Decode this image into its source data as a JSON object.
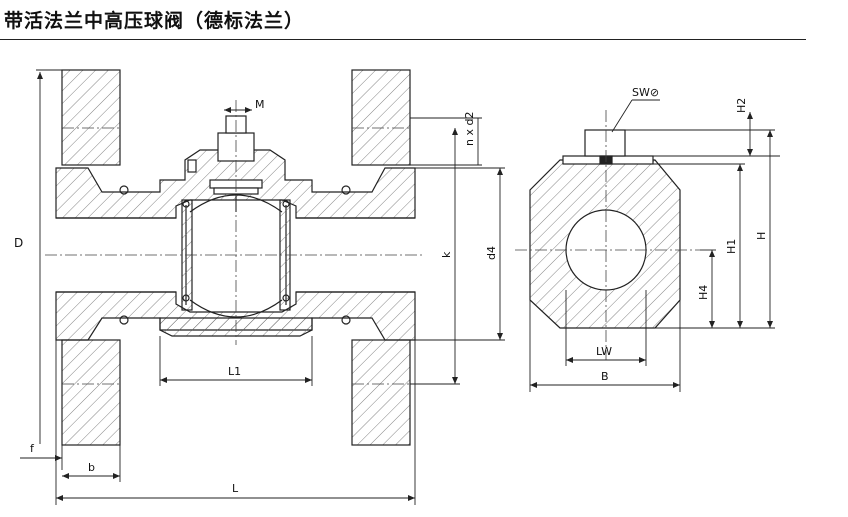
{
  "title": "带活法兰中高压球阀（德标法兰）",
  "dimensions": {
    "D": "D",
    "M": "M",
    "n_x_d2": "n x d2",
    "k": "k",
    "d4": "d4",
    "L1": "L1",
    "f": "f",
    "b": "b",
    "L": "L",
    "SW": "SW⊘",
    "H2": "H2",
    "H": "H",
    "H1": "H1",
    "H4": "H4",
    "LW": "LW",
    "B": "B"
  },
  "colors": {
    "line": "#222222",
    "hatch": "#555555",
    "background": "#ffffff"
  }
}
